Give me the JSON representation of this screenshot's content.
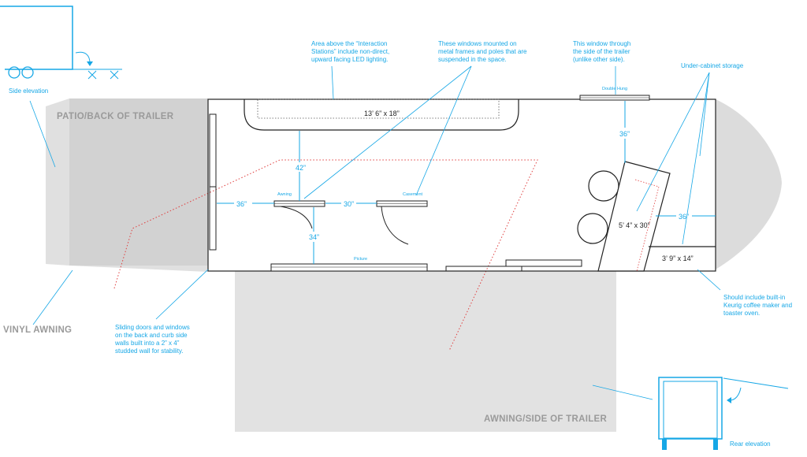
{
  "labels": {
    "patio": "PATIO/BACK OF TRAILER",
    "vinyl_awning": "VINYL AWNING",
    "awning_side": "AWNING/SIDE OF TRAILER"
  },
  "callouts": {
    "side_elevation": "Side elevation",
    "rear_elevation": "Rear elevation",
    "lighting": [
      "Area above the “Interaction",
      "Stations” include non-direct,",
      "upward facing LED lighting."
    ],
    "windows_frames": [
      "These windows mounted on",
      "metal frames and poles that are",
      "suspended in the space."
    ],
    "side_window": [
      "This window through",
      "the side of the trailer",
      "(unlike other side)."
    ],
    "storage": "Under-cabinet storage",
    "sliding_doors": [
      "Sliding doors and windows",
      "on the back and curb side",
      "walls built into a 2” x 4”",
      "studded wall for stability."
    ],
    "keurig": [
      "Should include built-in",
      "Keurig coffee maker and",
      "toaster oven."
    ]
  },
  "window_types": {
    "double_hung": "Double Hung",
    "awning": "Awning",
    "casement": "Casement",
    "picture": "Picture"
  },
  "dimensions": {
    "bench": "13’ 6” x 18”",
    "d42": "42”",
    "d36_left": "36”",
    "d30": "30”",
    "d34": "34”",
    "d36_top": "36”",
    "d36_right": "36”",
    "counter": "5’ 4” x 30”",
    "cabinet": "3’ 9” x 14”"
  },
  "colors": {
    "accent": "#16a7e6",
    "outline": "#222222",
    "shade": "#dadada",
    "dotted": "#e04040"
  }
}
